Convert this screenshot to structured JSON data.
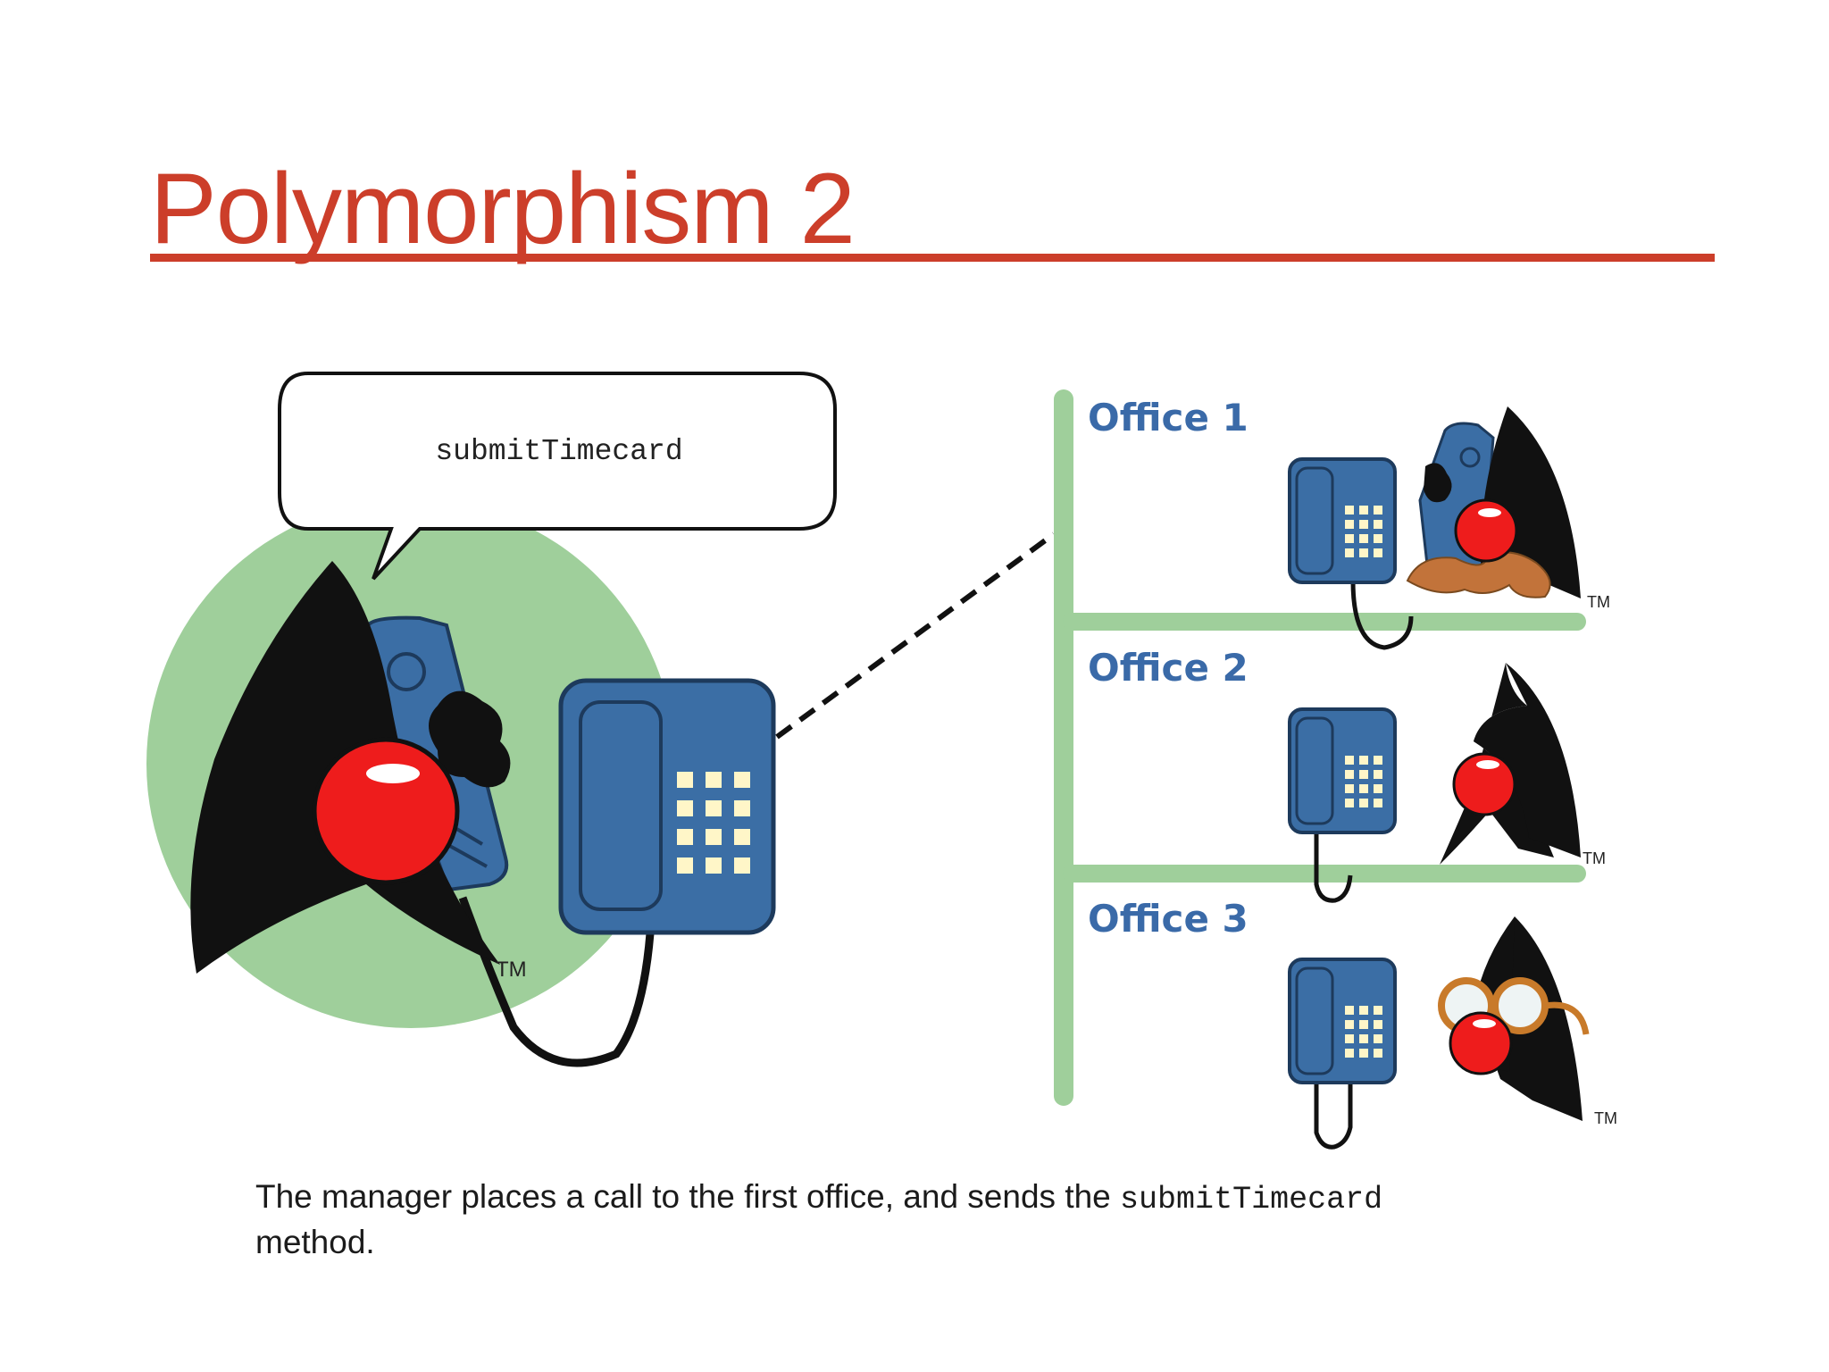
{
  "slide": {
    "title": "Polymorphism 2"
  },
  "diagram": {
    "speech_bubble": "submitTimecard",
    "offices": [
      {
        "label": "Office 1"
      },
      {
        "label": "Office 2"
      },
      {
        "label": "Office 3"
      }
    ],
    "trademark": "TM",
    "colors": {
      "title": "#cc3e2a",
      "shelf_green": "#9fcf9b",
      "phone_blue": "#3b6ea5",
      "office_label": "#3a6aa8",
      "nose_red": "#ee1c1c"
    }
  },
  "caption": {
    "part1": "The manager places a call to the first office, and sends the ",
    "code": "submitTimecard",
    "part2": "method."
  }
}
